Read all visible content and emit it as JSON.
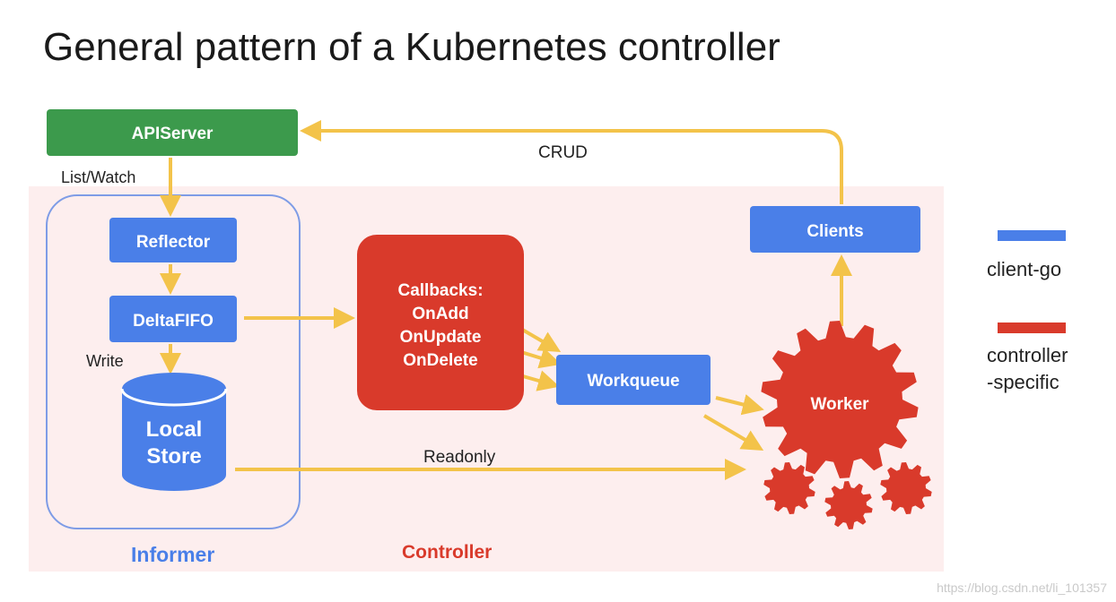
{
  "title": "General pattern of a Kubernetes controller",
  "nodes": {
    "apiserver": "APIServer",
    "reflector": "Reflector",
    "deltafifo": "DeltaFIFO",
    "local_store_line1": "Local",
    "local_store_line2": "Store",
    "callbacks_line1": "Callbacks:",
    "callbacks_line2": "OnAdd",
    "callbacks_line3": "OnUpdate",
    "callbacks_line4": "OnDelete",
    "workqueue": "Workqueue",
    "worker": "Worker",
    "clients": "Clients"
  },
  "edge_labels": {
    "list_watch": "List/Watch",
    "write": "Write",
    "crud": "CRUD",
    "readonly": "Readonly"
  },
  "groups": {
    "informer": "Informer",
    "controller": "Controller"
  },
  "legend": {
    "client_go": "client-go",
    "controller_specific_line1": "controller",
    "controller_specific_line2": "-specific"
  },
  "colors": {
    "client_go_blue": "#4a7fe8",
    "controller_red": "#d93a2b",
    "apiserver_green": "#3c9a4c",
    "arrow_yellow": "#f3c34a",
    "background_pink": "#fdeeee",
    "informer_label_blue": "#4a7fe8",
    "controller_label_red": "#d93a2b"
  },
  "watermark": "https://blog.csdn.net/li_101357"
}
